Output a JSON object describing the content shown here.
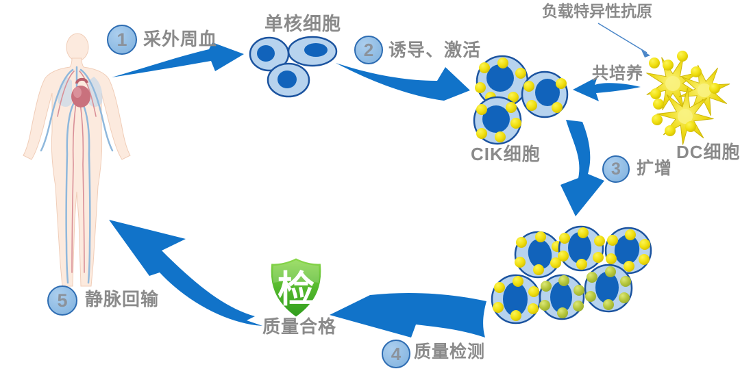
{
  "figure": {
    "background": "#ffffff",
    "steps": [
      {
        "num": "1",
        "label": "采外周血"
      },
      {
        "num": "2",
        "label": "诱导、激活"
      },
      {
        "num": "3",
        "label": "扩增"
      },
      {
        "num": "4",
        "label": "质量检测"
      },
      {
        "num": "5",
        "label": "静脉回输"
      }
    ],
    "labels": {
      "monocyte": "单核细胞",
      "cik": "CIK细胞",
      "dc": "DC细胞",
      "antigen": "负载特异性抗原",
      "coculture": "共培养",
      "quality_pass": "质量合格",
      "shield_glyph": "检"
    },
    "colors": {
      "arrow_blue": "#1173c9",
      "cell_fill": "#b7d3ee",
      "cell_border": "#1b539f",
      "nucleus_blue": "#1163bb",
      "dot_yellow": "#f0df10",
      "dot_olive": "#b5c63c",
      "dc_yellow": "#eeda18",
      "shield_green": "#55b92e",
      "badge_fill": "#8fbce6",
      "badge_border": "#2d6cb2",
      "label_gray": "#8a8a8a",
      "skin_tone": "#fceade"
    }
  }
}
